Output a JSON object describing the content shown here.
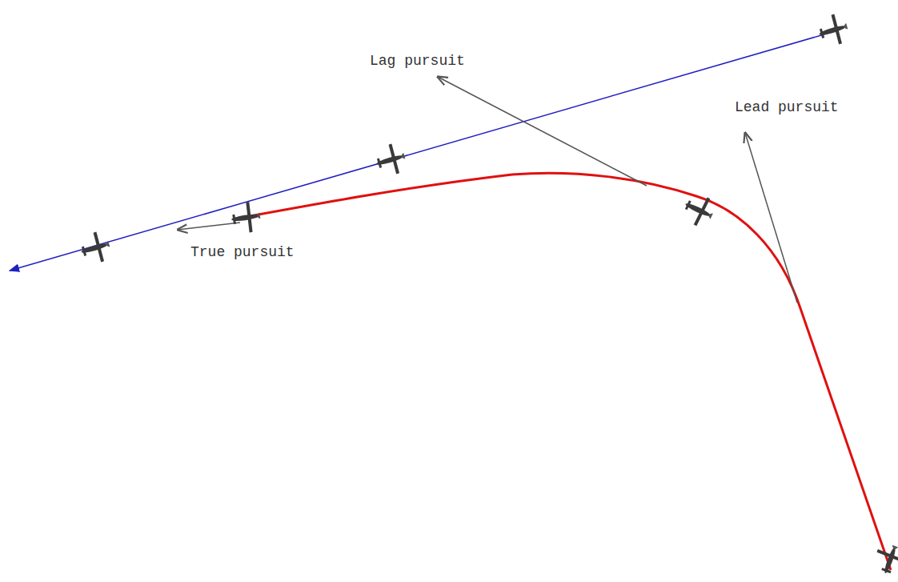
{
  "diagram": {
    "labels": [
      "Lag pursuit",
      "Lead pursuit",
      "True pursuit"
    ]
  }
}
